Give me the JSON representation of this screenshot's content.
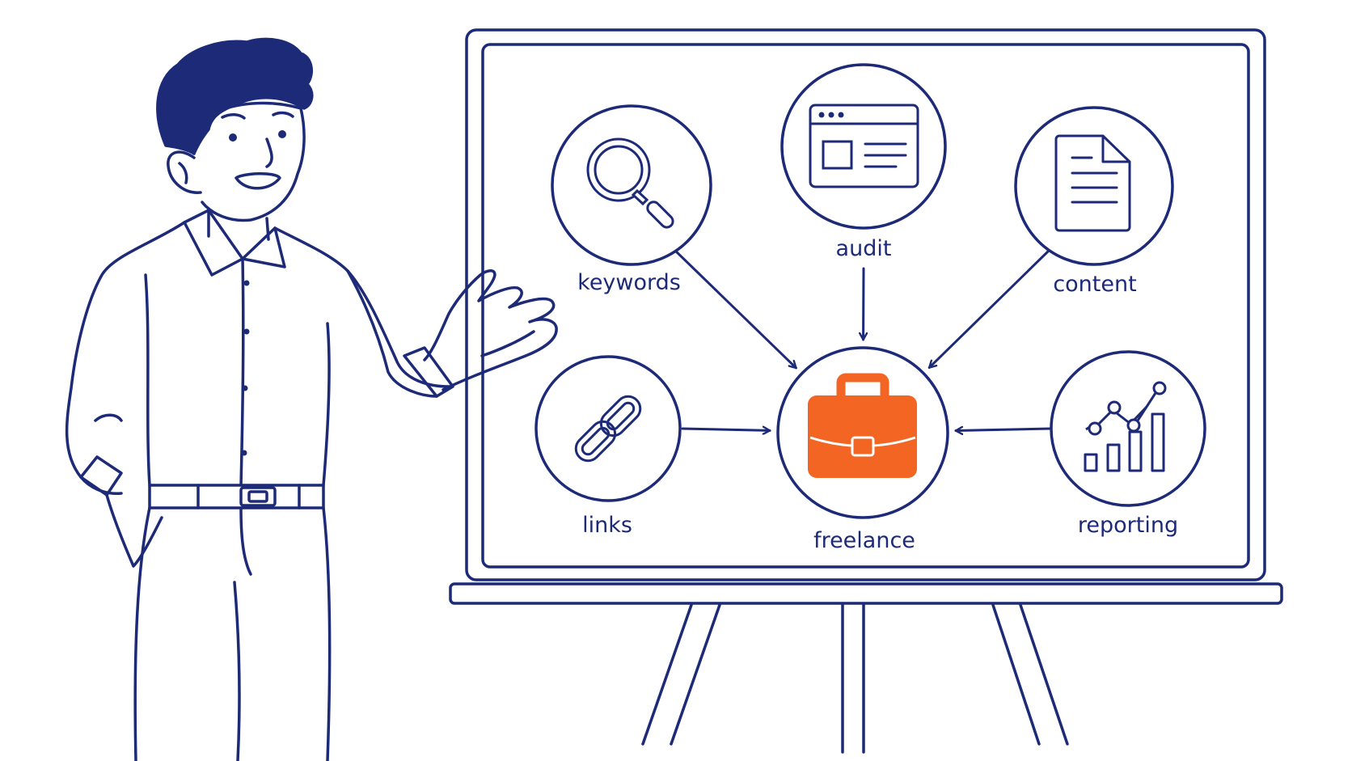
{
  "colors": {
    "ink": "#1c2a78",
    "accent": "#f26522",
    "background": "#ffffff"
  },
  "hub": {
    "label": "freelance",
    "icon": "briefcase-icon"
  },
  "nodes": [
    {
      "id": "keywords",
      "label": "keywords",
      "icon": "magnifier-icon"
    },
    {
      "id": "audit",
      "label": "audit",
      "icon": "browser-window-icon"
    },
    {
      "id": "content",
      "label": "content",
      "icon": "document-icon"
    },
    {
      "id": "links",
      "label": "links",
      "icon": "chain-link-icon"
    },
    {
      "id": "reporting",
      "label": "reporting",
      "icon": "bar-chart-icon"
    }
  ],
  "edges": [
    {
      "from": "keywords",
      "to": "freelance"
    },
    {
      "from": "audit",
      "to": "freelance"
    },
    {
      "from": "content",
      "to": "freelance"
    },
    {
      "from": "links",
      "to": "freelance"
    },
    {
      "from": "reporting",
      "to": "freelance"
    }
  ]
}
